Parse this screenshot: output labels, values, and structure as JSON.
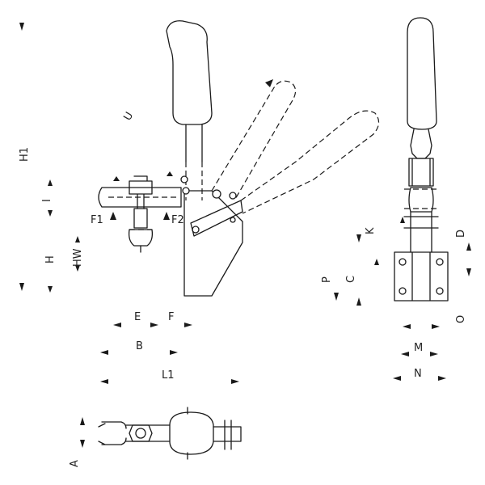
{
  "labels": {
    "H1": "H1",
    "I": "I",
    "H": "H",
    "HW": "HW",
    "F1": "F1",
    "F2": "F2",
    "U": "U",
    "E": "E",
    "F": "F",
    "B": "B",
    "L1": "L1",
    "A": "A",
    "K": "K",
    "D": "D",
    "P": "P",
    "C": "C",
    "O": "O",
    "M": "M",
    "N": "N"
  },
  "colors": {
    "line": "#1a1a1a",
    "background": "#ffffff"
  }
}
